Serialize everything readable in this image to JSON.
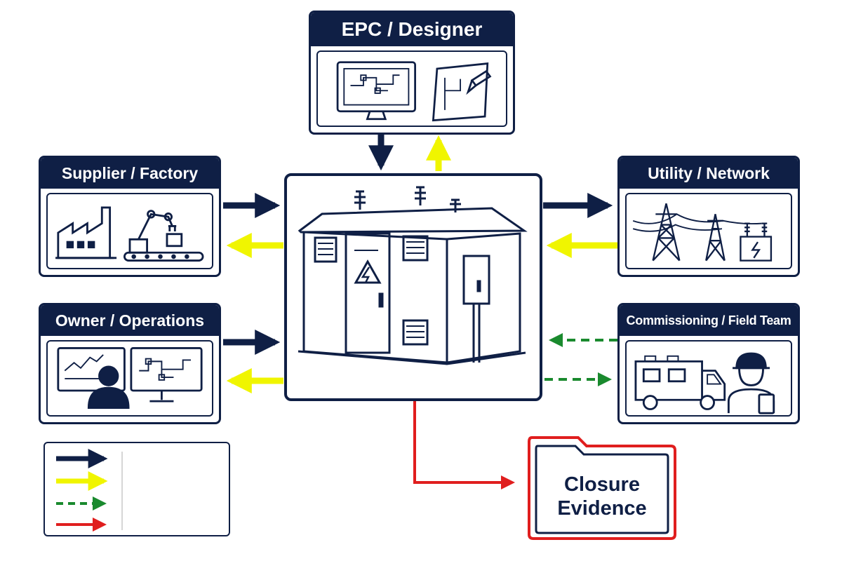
{
  "colors": {
    "navy": "#0f1f45",
    "yellow": "#f0f500",
    "green": "#1a8a2e",
    "red": "#e01e1e"
  },
  "nodes": {
    "epc": {
      "title": "EPC / Designer",
      "icons": [
        "monitor-schematic-icon",
        "drawing-pencil-icon"
      ]
    },
    "supplier": {
      "title": "Supplier / Factory",
      "icons": [
        "factory-icon",
        "robot-arm-icon"
      ]
    },
    "utility": {
      "title": "Utility / Network",
      "icons": [
        "transmission-tower-icon",
        "transformer-icon"
      ]
    },
    "owner": {
      "title": "Owner / Operations",
      "icons": [
        "operator-monitor-icon",
        "schematic-monitor-icon"
      ]
    },
    "commissioning": {
      "title": "Commissioning / Field Team",
      "icons": [
        "service-truck-icon",
        "technician-icon"
      ]
    },
    "center": {
      "icons": [
        "substation-icon",
        "high-voltage-warning-icon"
      ]
    },
    "closure": {
      "title": "Closure Evidence",
      "icons": [
        "folder-icon"
      ]
    }
  },
  "legend": {
    "items": [
      {
        "style": "solid",
        "color": "#0f1f45",
        "label": ""
      },
      {
        "style": "solid",
        "color": "#f0f500",
        "label": ""
      },
      {
        "style": "dashed",
        "color": "#1a8a2e",
        "label": ""
      },
      {
        "style": "solid",
        "color": "#e01e1e",
        "label": ""
      }
    ]
  },
  "edges": [
    {
      "from": "epc",
      "to": "center",
      "color": "navy",
      "style": "solid"
    },
    {
      "from": "center",
      "to": "epc",
      "color": "yellow",
      "style": "solid"
    },
    {
      "from": "supplier",
      "to": "center",
      "color": "navy",
      "style": "solid"
    },
    {
      "from": "center",
      "to": "supplier",
      "color": "yellow",
      "style": "solid"
    },
    {
      "from": "center",
      "to": "utility",
      "color": "navy",
      "style": "solid"
    },
    {
      "from": "utility",
      "to": "center",
      "color": "yellow",
      "style": "solid"
    },
    {
      "from": "owner",
      "to": "center",
      "color": "navy",
      "style": "solid"
    },
    {
      "from": "center",
      "to": "owner",
      "color": "yellow",
      "style": "solid"
    },
    {
      "from": "commissioning",
      "to": "center",
      "color": "green",
      "style": "dashed"
    },
    {
      "from": "center",
      "to": "commissioning",
      "color": "green",
      "style": "dashed"
    },
    {
      "from": "center",
      "to": "closure",
      "color": "red",
      "style": "solid"
    }
  ]
}
